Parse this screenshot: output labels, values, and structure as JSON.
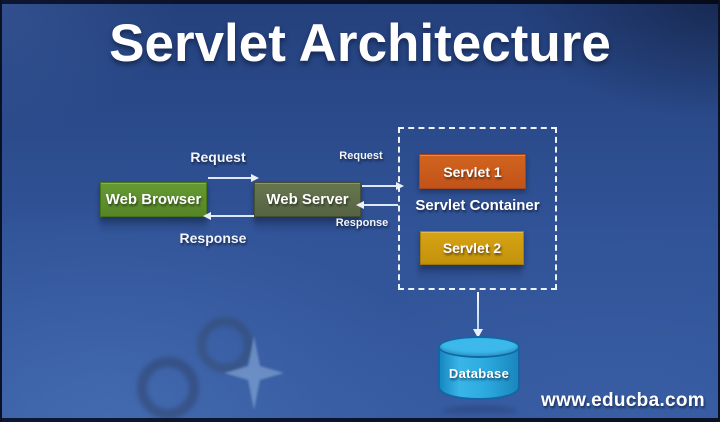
{
  "title": "Servlet Architecture",
  "watermark": "www.educba.com",
  "nodes": {
    "web_browser": "Web Browser",
    "web_server": "Web Server",
    "servlet_container": "Servlet Container",
    "servlet_1": "Servlet 1",
    "servlet_2": "Servlet 2",
    "database": "Database"
  },
  "flows": {
    "browser_to_server": {
      "request": "Request",
      "response": "Response"
    },
    "server_to_container": {
      "request": "Request",
      "response": "Response"
    }
  },
  "colors": {
    "background_top": "#24407c",
    "background_bottom": "#35599f",
    "web_browser_box": "#5b8c2f",
    "web_server_box": "#5f6e4a",
    "servlet_1_box": "#cb5a1d",
    "servlet_2_box": "#cf9b10",
    "database_cylinder": "#29a8dd",
    "arrow": "#dde9f8",
    "title_text": "#ffffff"
  }
}
